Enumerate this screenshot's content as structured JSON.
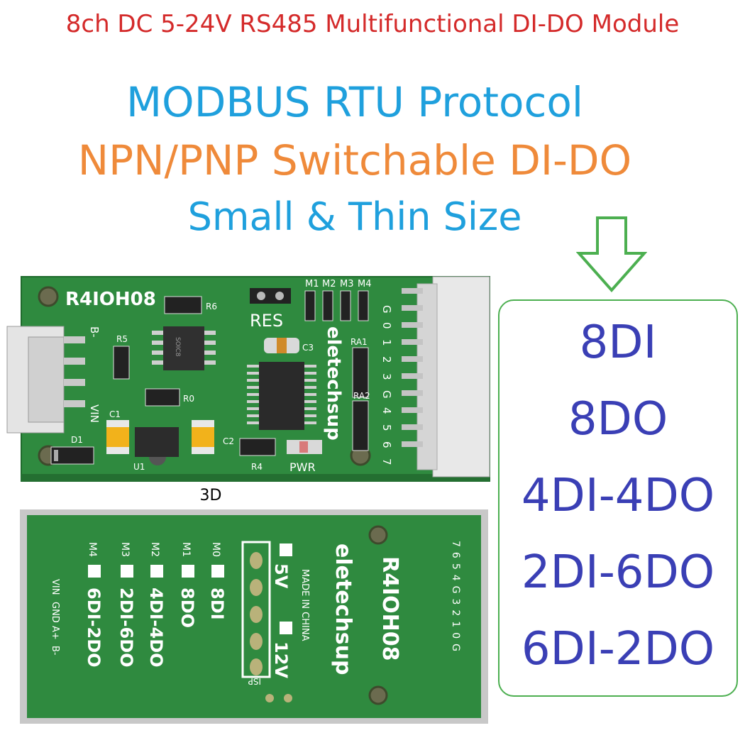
{
  "title": "8ch DC 5-24V RS485 Multifunctional DI-DO Module",
  "headlines": [
    "MODBUS RTU Protocol",
    "NPN/PNP Switchable DI-DO",
    "Small & Thin Size"
  ],
  "modes": [
    "8DI",
    "8DO",
    "4DI-4DO",
    "2DI-6DO",
    "6DI-2DO"
  ],
  "view_label": "3D",
  "colors": {
    "title": "#d42a2a",
    "blue": "#1fa0dd",
    "orange": "#ef8a3a",
    "mode_text": "#3a3fb5",
    "pcb": "#2f8a3f",
    "frame": "#4caf50"
  },
  "pcb_top": {
    "model": "R4IOH08",
    "brand": "eletechsup",
    "res": "RES",
    "pwr": "PWR",
    "jumpers": [
      "M1",
      "M2",
      "M3",
      "M4"
    ],
    "pins": [
      "G",
      "0",
      "1",
      "2",
      "3",
      "G",
      "4",
      "5",
      "6",
      "7"
    ],
    "left_pins": [
      "B-",
      "VIN"
    ],
    "refs": [
      "R6",
      "R5",
      "R0",
      "C1",
      "C2",
      "C3",
      "D1",
      "U1",
      "R4",
      "RA1",
      "RA2"
    ],
    "chip_text": "SOIC8"
  },
  "pcb_bottom": {
    "model": "R4IOH08",
    "brand": "eletechsup",
    "made": "MADE IN CHINA",
    "isp": "ISP",
    "volt": [
      "5V",
      "12V"
    ],
    "jumpers": [
      "M4",
      "M3",
      "M2",
      "M1",
      "M0"
    ],
    "modes": [
      "6DI-2DO",
      "2DI-6DO",
      "4DI-4DO",
      "8DO",
      "8DI"
    ],
    "power_pins": [
      "VIN",
      "GND",
      "A+",
      "B-"
    ],
    "pins": "7654G3210G"
  }
}
